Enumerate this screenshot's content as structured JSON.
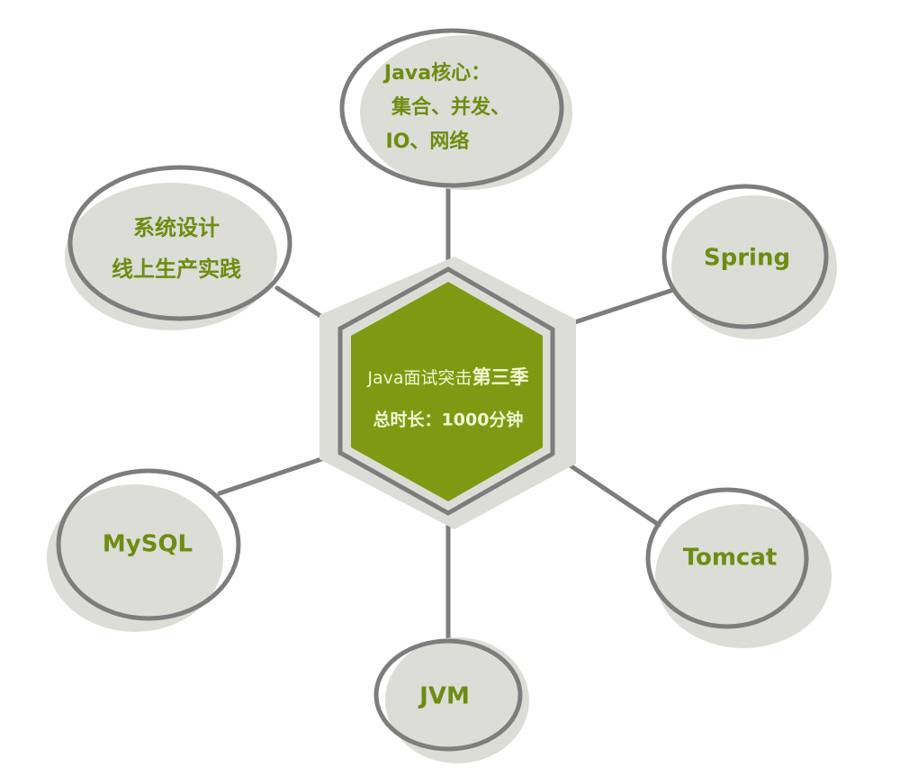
{
  "colors": {
    "background": "#ffffff",
    "connector": "#7d7d7d",
    "node_fill": "#dcddd6",
    "node_outline": "#7d7d7d",
    "node_text": "#6e8c12",
    "hex_outer": "#dcddd6",
    "hex_stroke": "#7d7d7d",
    "hex_inner": "#7f9a12",
    "center_text": "#f2f6d4"
  },
  "center": {
    "title_line": "Java面试突击第三季",
    "title_prefix": "Java面试突击",
    "title_suffix": "第三季",
    "duration_line": "总时长：1000分钟"
  },
  "nodes": [
    {
      "id": "java-core",
      "position": "top",
      "lines": [
        "Java核心：",
        "集合、并发、",
        "IO、网络"
      ]
    },
    {
      "id": "spring",
      "position": "upper-right",
      "lines": [
        "Spring"
      ]
    },
    {
      "id": "tomcat",
      "position": "lower-right",
      "lines": [
        "Tomcat"
      ]
    },
    {
      "id": "jvm",
      "position": "bottom",
      "lines": [
        "JVM"
      ]
    },
    {
      "id": "mysql",
      "position": "lower-left",
      "lines": [
        "MySQL"
      ]
    },
    {
      "id": "system-design",
      "position": "upper-left",
      "lines": [
        "系统设计",
        "线上生产实践"
      ]
    }
  ]
}
